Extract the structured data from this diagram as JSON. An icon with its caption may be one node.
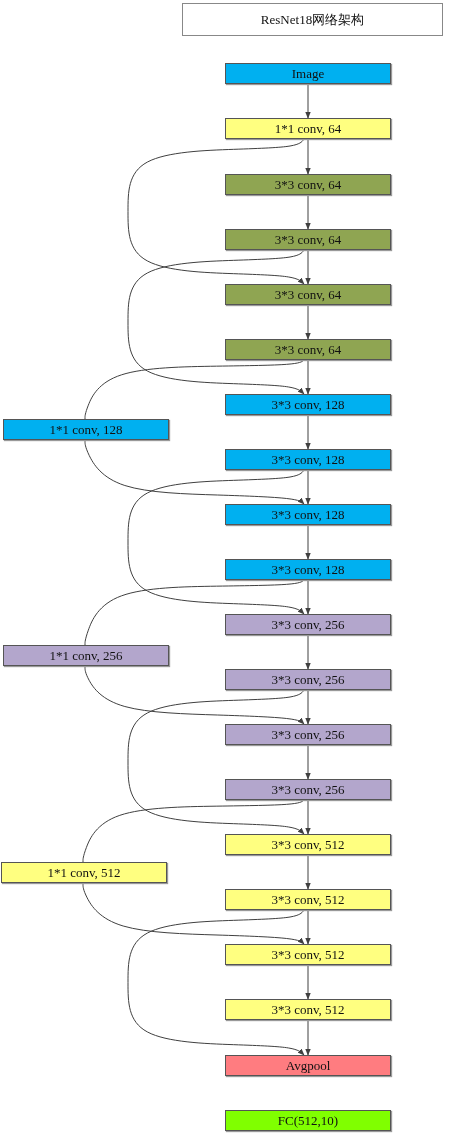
{
  "diagram": {
    "nodes": [
      {
        "text": [
          "ResNet18网络架构"
        ]
      },
      {
        "text": [
          "Image"
        ]
      },
      {
        "text": [
          "1*1 conv, 64"
        ]
      },
      {
        "text": [
          "3*3 conv, 64"
        ]
      },
      {
        "text": [
          "3*3 conv, 64"
        ]
      },
      {
        "text": [
          "3*3 conv, 64"
        ]
      },
      {
        "text": [
          "3*3 conv, 64"
        ]
      },
      {
        "text": [
          "3*3 conv, 128"
        ]
      },
      {
        "text": [
          "1*1 conv, 128"
        ]
      },
      {
        "text": [
          "3*3 conv, 128"
        ]
      },
      {
        "text": [
          "3*3 conv, 128"
        ]
      },
      {
        "text": [
          "3*3 conv, 128"
        ]
      },
      {
        "text": [
          "3*3 conv, 256"
        ]
      },
      {
        "text": [
          "1*1 conv, 256"
        ]
      },
      {
        "text": [
          "3*3 conv, 256"
        ]
      },
      {
        "text": [
          "3*3 conv, 256"
        ]
      },
      {
        "text": [
          "3*3 conv, 256"
        ]
      },
      {
        "text": [
          "3*3 conv, 512"
        ]
      },
      {
        "text": [
          "1*1 conv, 512"
        ]
      },
      {
        "text": [
          "3*3 conv, 512"
        ]
      },
      {
        "text": [
          "3*3 conv, 512"
        ]
      },
      {
        "text": [
          "3*3 conv, 512"
        ]
      },
      {
        "text": [
          "Avgpool"
        ]
      },
      {
        "text": [
          "FC(512,10)"
        ]
      }
    ],
    "edges": [
      {
        "from": 1,
        "to": 2,
        "arrow": "to"
      },
      {
        "from": 2,
        "to": 3,
        "arrow": "to"
      },
      {
        "from": 3,
        "to": 4,
        "arrow": "to"
      },
      {
        "from": 4,
        "to": 5,
        "arrow": "to"
      },
      {
        "from": 5,
        "to": 6,
        "arrow": "to"
      },
      {
        "from": 6,
        "to": 7,
        "arrow": "to"
      },
      {
        "from": 7,
        "to": 9,
        "arrow": "to"
      },
      {
        "from": 9,
        "to": 10,
        "arrow": "to"
      },
      {
        "from": 10,
        "to": 11,
        "arrow": "to"
      },
      {
        "from": 11,
        "to": 12,
        "arrow": "to"
      },
      {
        "from": 12,
        "to": 14,
        "arrow": "to"
      },
      {
        "from": 14,
        "to": 15,
        "arrow": "to"
      },
      {
        "from": 15,
        "to": 16,
        "arrow": "to"
      },
      {
        "from": 16,
        "to": 17,
        "arrow": "to"
      },
      {
        "from": 17,
        "to": 19,
        "arrow": "to"
      },
      {
        "from": 19,
        "to": 20,
        "arrow": "to"
      },
      {
        "from": 20,
        "to": 21,
        "arrow": "to"
      },
      {
        "from": 21,
        "to": 22,
        "arrow": "to"
      },
      {
        "from": 2,
        "to": 5,
        "arrow": "to"
      },
      {
        "from": 4,
        "to": 7,
        "arrow": "to"
      },
      {
        "from": 6,
        "to": 8,
        "arrow": "none"
      },
      {
        "from": 8,
        "to": 10,
        "arrow": "to"
      },
      {
        "from": 9,
        "to": 12,
        "arrow": "to"
      },
      {
        "from": 11,
        "to": 13,
        "arrow": "none"
      },
      {
        "from": 13,
        "to": 15,
        "arrow": "to"
      },
      {
        "from": 14,
        "to": 17,
        "arrow": "to"
      },
      {
        "from": 16,
        "to": 18,
        "arrow": "none"
      },
      {
        "from": 18,
        "to": 20,
        "arrow": "to"
      },
      {
        "from": 19,
        "to": 22,
        "arrow": "to"
      }
    ]
  }
}
